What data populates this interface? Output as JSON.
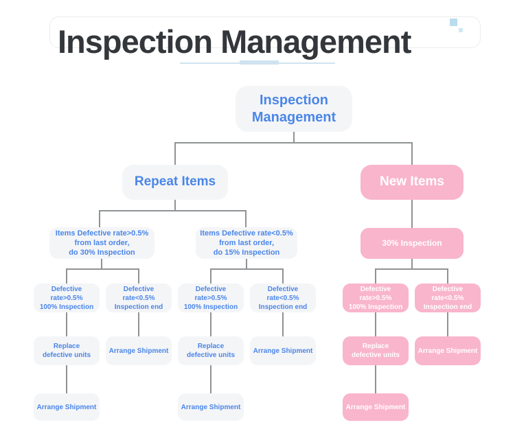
{
  "header": {
    "title": "Inspection Management"
  },
  "colors": {
    "title_dark": "#33373b",
    "blue": "#4a86e8",
    "pink": "#f9b5cb",
    "node_gray": "#f4f5f7",
    "connector": "#8f9294",
    "underline_blue": "#cfe3ef",
    "accent_square": "#b9dcee"
  },
  "tree": {
    "root": "Inspection Management",
    "repeat_items": "Repeat Items",
    "new_items": "New Items",
    "repeat_high": "Items Defective rate>0.5%\nfrom last order,\ndo 30% Inspection",
    "repeat_low": "Items Defective rate<0.5%\nfrom last order,\ndo 15% Inspection",
    "new_inspection": "30% Inspection",
    "defect_high": "Defective rate>0.5%\n100% Inspection",
    "defect_low": "Defective rate<0.5%\nInspection end",
    "replace_units": "Replace\ndefective units",
    "arrange_shipment": "Arrange Shipment"
  }
}
